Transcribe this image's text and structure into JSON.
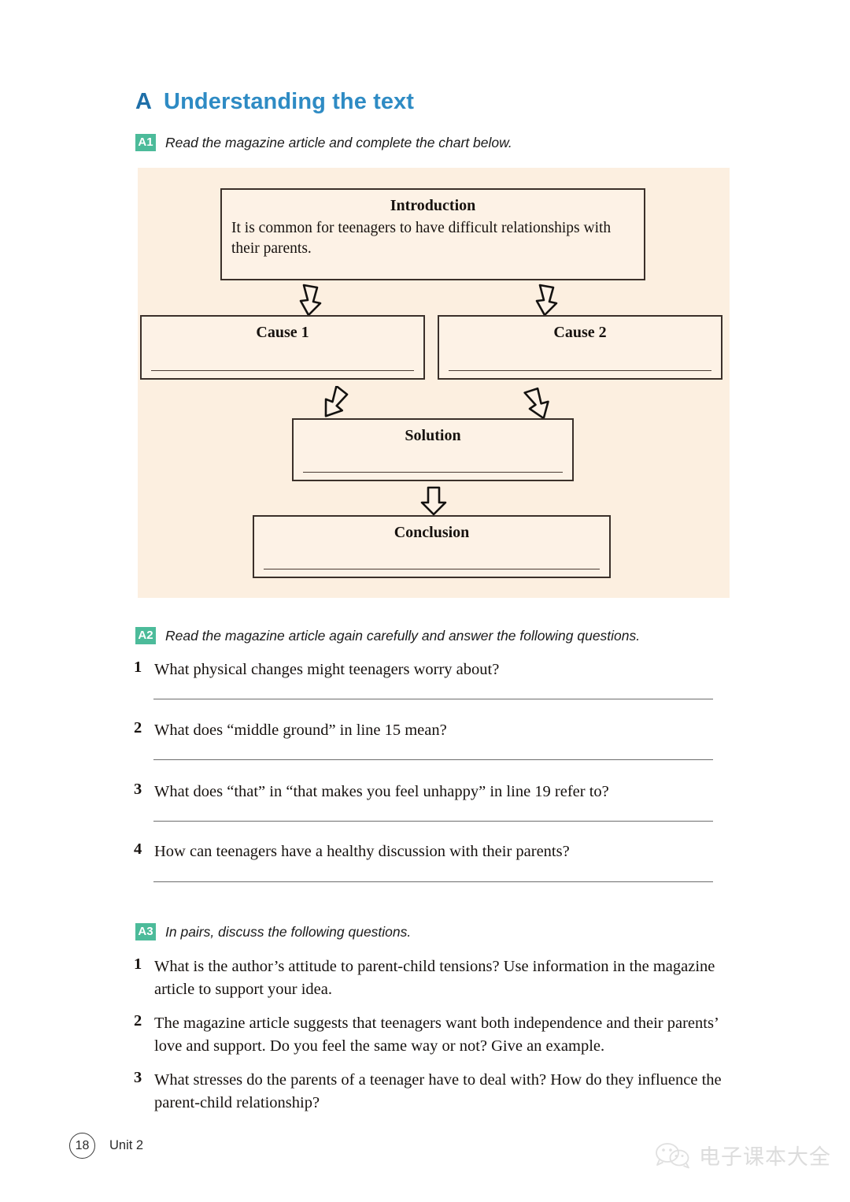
{
  "section": {
    "letter": "A",
    "title": "Understanding the text"
  },
  "colors": {
    "heading_letter": "#1f6fa8",
    "heading_title": "#2e8bc4",
    "badge_green": "#4cbb9a",
    "chart_background": "#fcefe0",
    "box_border": "#3b302a",
    "box_fill": "#fdf2e6"
  },
  "tasks": {
    "a1": {
      "badge": "A1",
      "instruction": "Read the magazine article and complete the chart below."
    },
    "a2": {
      "badge": "A2",
      "instruction": "Read the magazine article again carefully and answer the following questions."
    },
    "a3": {
      "badge": "A3",
      "instruction": "In pairs, discuss the following questions."
    }
  },
  "chart_data": {
    "type": "diagram",
    "title": "Cause-solution flow chart",
    "nodes": [
      {
        "id": "introduction",
        "label": "Introduction",
        "body": "It is common for teenagers to have difficult relationships with their parents.",
        "has_answer_line": false
      },
      {
        "id": "cause1",
        "label": "Cause 1",
        "body": "",
        "has_answer_line": true
      },
      {
        "id": "cause2",
        "label": "Cause 2",
        "body": "",
        "has_answer_line": true
      },
      {
        "id": "solution",
        "label": "Solution",
        "body": "",
        "has_answer_line": true
      },
      {
        "id": "conclusion",
        "label": "Conclusion",
        "body": "",
        "has_answer_line": true
      }
    ],
    "edges": [
      {
        "from": "introduction",
        "to": "cause1",
        "direction": "down"
      },
      {
        "from": "introduction",
        "to": "cause2",
        "direction": "down"
      },
      {
        "from": "cause1",
        "to": "solution",
        "direction": "down-right"
      },
      {
        "from": "cause2",
        "to": "solution",
        "direction": "down-left"
      },
      {
        "from": "solution",
        "to": "conclusion",
        "direction": "down"
      }
    ]
  },
  "questions_a2": [
    {
      "num": "1",
      "text": "What physical changes might teenagers worry about?"
    },
    {
      "num": "2",
      "text": "What does “middle ground” in line 15 mean?"
    },
    {
      "num": "3",
      "text": "What does “that” in “that makes you feel unhappy” in line 19 refer to?"
    },
    {
      "num": "4",
      "text": "How can teenagers have a healthy discussion with their parents?"
    }
  ],
  "questions_a3": [
    {
      "num": "1",
      "text": "What is the author’s attitude to parent-child tensions? Use information in the magazine article to support your idea."
    },
    {
      "num": "2",
      "text": "The magazine article suggests that teenagers want both independence and their parents’ love and support. Do you feel the same way or not? Give an example."
    },
    {
      "num": "3",
      "text": "What stresses do the parents of a teenager have to deal with? How do they influence the parent-child relationship?"
    }
  ],
  "footer": {
    "page_number": "18",
    "unit_label": "Unit 2"
  },
  "watermark": {
    "icon": "wechat-icon",
    "text": "电子课本大全"
  }
}
